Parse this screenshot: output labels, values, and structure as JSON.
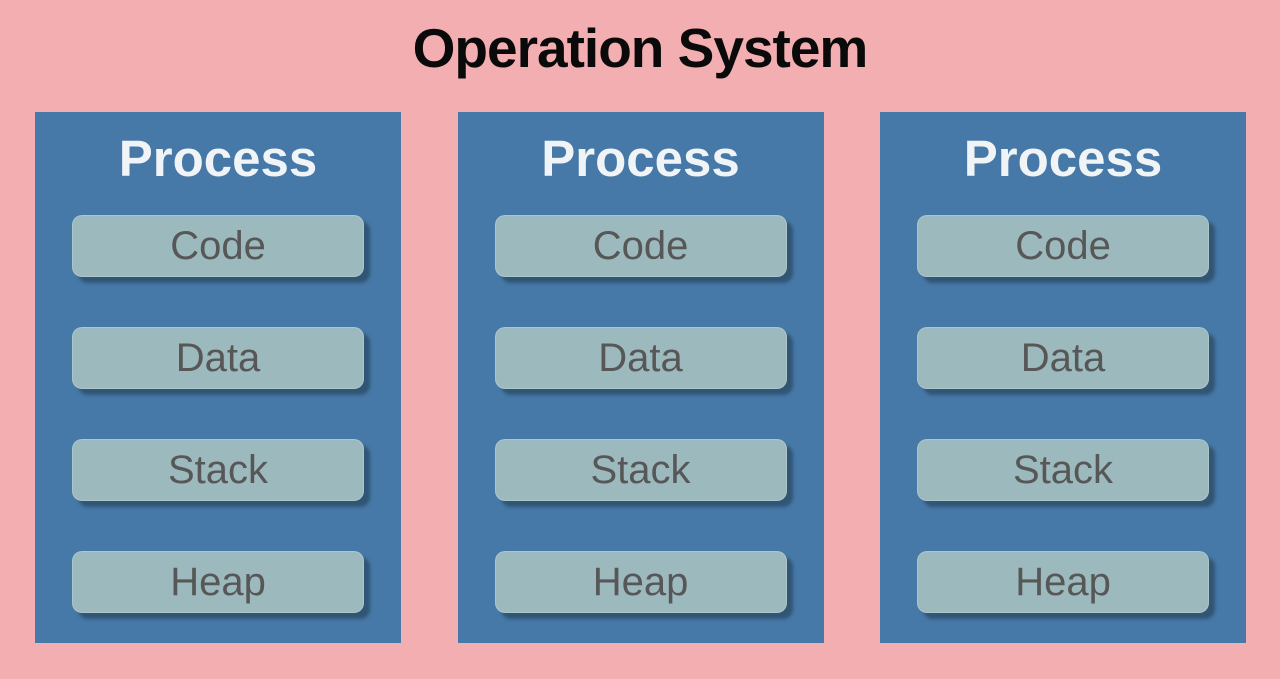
{
  "title": "Operation System",
  "colors": {
    "background": "#F2AEB1",
    "process_card": "#4679A7",
    "segment_box": "#9CBABE",
    "segment_text": "#575757",
    "process_title_text": "#F0F4F7",
    "title_text": "#0A0A0A"
  },
  "processes": [
    {
      "title": "Process",
      "segments": [
        "Code",
        "Data",
        "Stack",
        "Heap"
      ]
    },
    {
      "title": "Process",
      "segments": [
        "Code",
        "Data",
        "Stack",
        "Heap"
      ]
    },
    {
      "title": "Process",
      "segments": [
        "Code",
        "Data",
        "Stack",
        "Heap"
      ]
    }
  ]
}
